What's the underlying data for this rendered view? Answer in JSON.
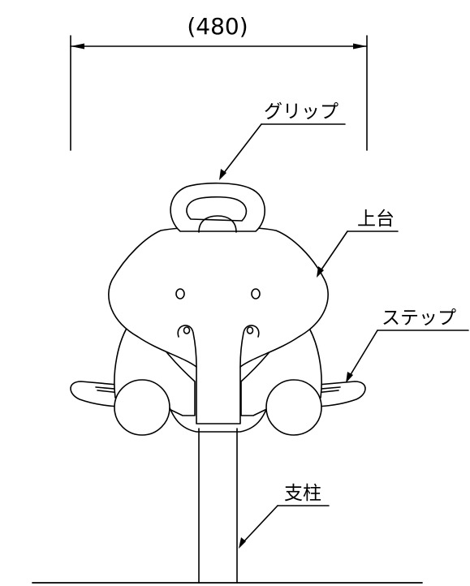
{
  "dimension": {
    "width_label": "(480)"
  },
  "callouts": {
    "grip": "グリップ",
    "top_seat": "上台",
    "step": "ステップ",
    "post": "支柱"
  },
  "colors": {
    "line": "#000000",
    "background": "#ffffff"
  }
}
